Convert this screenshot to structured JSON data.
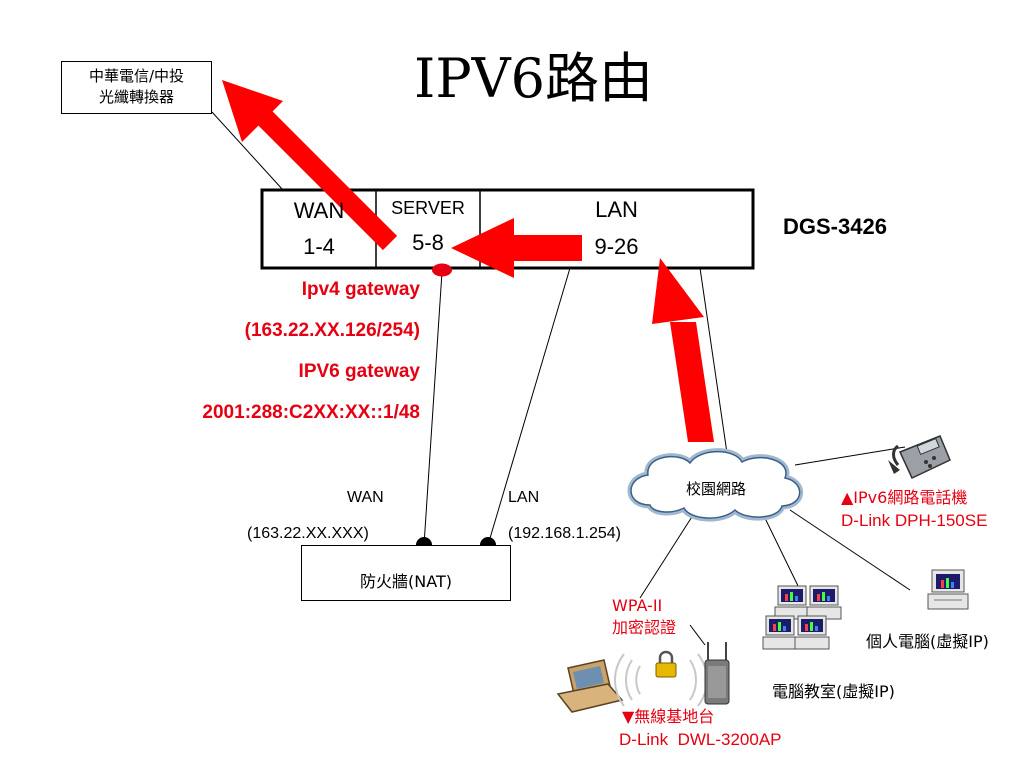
{
  "title": "IPV6路由",
  "isp_box": {
    "line1": "中華電信/中投",
    "line2": "光纖轉換器"
  },
  "switch": {
    "model": "DGS-3426",
    "wan": {
      "name": "WAN",
      "ports": "1-4"
    },
    "server": {
      "name": "SERVER",
      "ports": "5-8"
    },
    "lan": {
      "name": "LAN",
      "ports": "9-26"
    }
  },
  "gateway": {
    "ipv4_label": "Ipv4 gateway",
    "ipv4_addr": "(163.22.XX.126/254)",
    "ipv6_label": "IPV6 gateway",
    "ipv6_addr": "2001:288:C2XX:XX::1/48"
  },
  "firewall": {
    "label": "防火牆(NAT)",
    "wan_label": "WAN",
    "wan_addr": "(163.22.XX.XXX)",
    "lan_label": "LAN",
    "lan_addr": "(192.168.1.254)"
  },
  "campus_network": "校園網路",
  "phone": {
    "line1": "▲IPv6網路電話機",
    "line2": "D-Link DPH-150SE"
  },
  "pc": "個人電腦(虛擬IP)",
  "lab": "電腦教室(虛擬IP)",
  "wpa": {
    "line1": "WPA-II",
    "line2": "加密認證"
  },
  "ap": {
    "line1": "▼無線基地台",
    "line2": "D-Link  DWL-3200AP"
  },
  "colors": {
    "arrow": "#ff0000",
    "accent_text": "#e60012"
  }
}
